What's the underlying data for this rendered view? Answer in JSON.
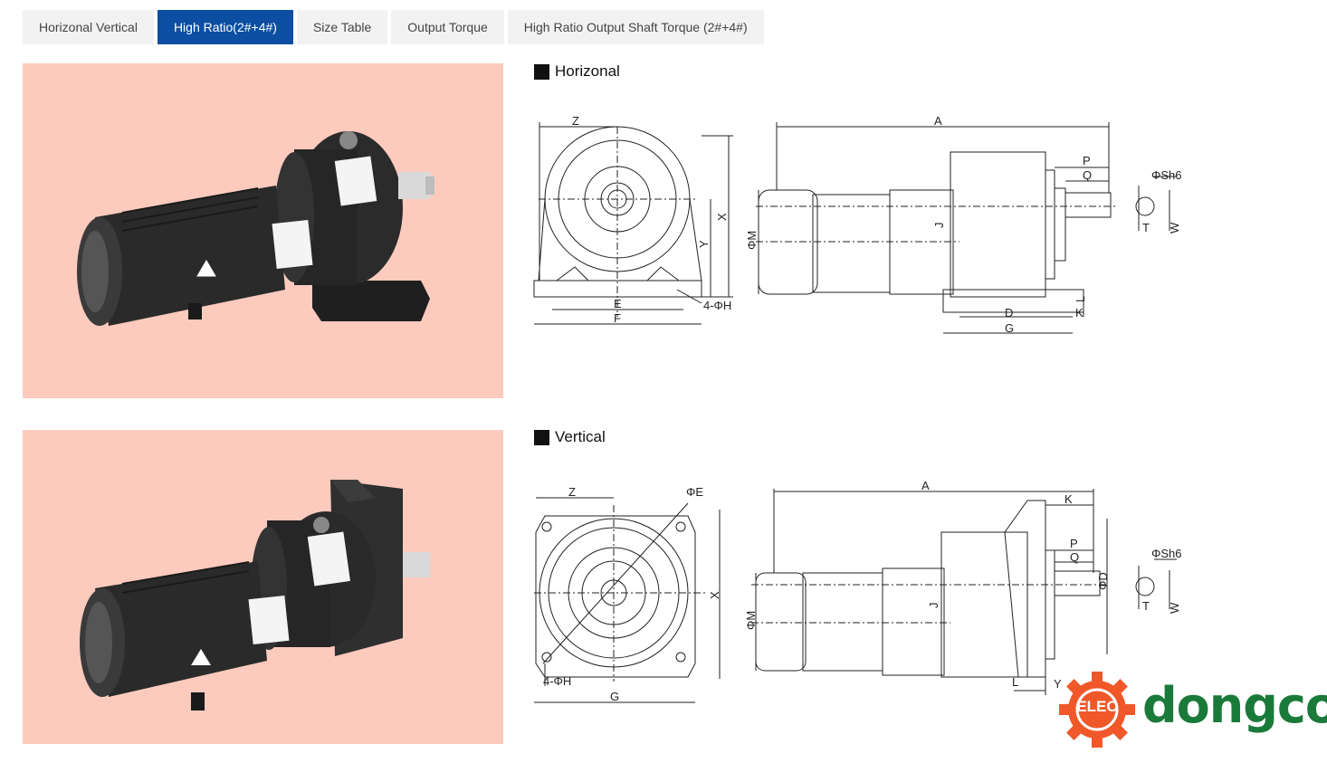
{
  "tabs": [
    {
      "label": "Horizonal Vertical",
      "active": false
    },
    {
      "label": "High Ratio(2#+4#)",
      "active": true
    },
    {
      "label": "Size Table",
      "active": false
    },
    {
      "label": "Output Torque",
      "active": false
    },
    {
      "label": "High Ratio Output Shaft Torque (2#+4#)",
      "active": false
    }
  ],
  "colors": {
    "accent": "#0b4ea2",
    "photo_background": "#fdcbbd",
    "logo_orange": "#f0582a",
    "logo_green": "#1a7a3a"
  },
  "sections": {
    "horizontal": {
      "heading": "Horizonal",
      "labels": {
        "Z": "Z",
        "X": "X",
        "Y": "Y",
        "E": "E",
        "F": "F",
        "holes": "4-ΦH",
        "A": "A",
        "P": "P",
        "Q": "Q",
        "J": "J",
        "M": "ΦM",
        "L": "L",
        "K": "K",
        "D": "D",
        "G": "G",
        "Sh6": "ΦSh6",
        "T": "T",
        "W": "W"
      }
    },
    "vertical": {
      "heading": "Vertical",
      "labels": {
        "Z": "Z",
        "E": "ΦE",
        "X": "X",
        "holes": "4-ΦH",
        "G": "G",
        "A": "A",
        "K": "K",
        "P": "P",
        "Q": "Q",
        "D": "ΦD",
        "J": "J",
        "M": "ΦM",
        "L": "L",
        "Y": "Y",
        "Sh6": "ΦSh6",
        "T": "T",
        "W": "W"
      }
    }
  },
  "logo": {
    "badge": "ELEC",
    "word": "dongco"
  }
}
